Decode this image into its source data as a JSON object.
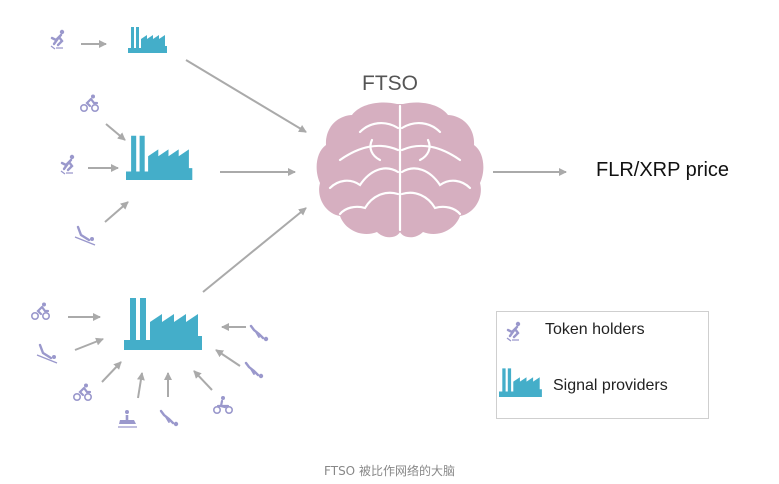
{
  "diagram": {
    "center": {
      "title": "FTSO",
      "icon": "brain-icon"
    },
    "output": {
      "label": "FLR/XRP price"
    },
    "legend": {
      "items": [
        {
          "icon": "skater-icon",
          "label": "Token holders"
        },
        {
          "icon": "factory-icon",
          "label": "Signal providers"
        }
      ]
    },
    "caption": "FTSO 被比作网络的大脑",
    "colors": {
      "token_holder": "#9a98cc",
      "signal_provider": "#44aec9",
      "brain": "#d6afc0",
      "arrow": "#aaaaaa"
    },
    "groups": [
      {
        "provider": "signal-provider-1",
        "token_holders": [
          "skater"
        ]
      },
      {
        "provider": "signal-provider-2",
        "token_holders": [
          "cyclist",
          "skater",
          "luge"
        ]
      },
      {
        "provider": "signal-provider-3",
        "token_holders": [
          "cyclist",
          "luge",
          "cyclist",
          "snowmobile",
          "diver",
          "motorbike",
          "diver",
          "diver"
        ]
      }
    ]
  }
}
